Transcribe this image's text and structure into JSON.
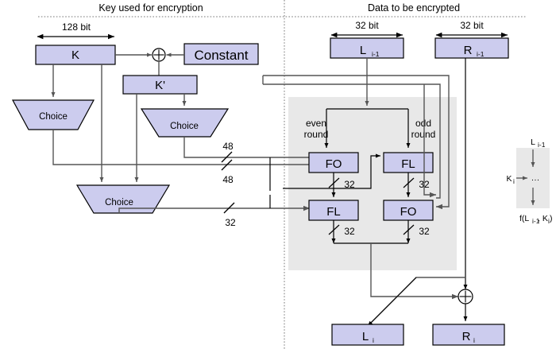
{
  "headers": {
    "left": "Key used for encryption",
    "right": "Data to be encrypted"
  },
  "colors": {
    "box_fill": "#ccccee",
    "box_stroke": "#000000",
    "panel_fill": "#e8e8e8",
    "wire": "#555555",
    "wire_dark": "#000000",
    "divider": "#777777",
    "background": "#ffffff"
  },
  "key_side": {
    "dimension_label": "128 bit",
    "boxes": [
      {
        "name": "K",
        "label": "K"
      },
      {
        "name": "constant",
        "label": "Constant"
      },
      {
        "name": "k-prime",
        "label": "K'"
      }
    ],
    "xor_symbol": "⊕",
    "choices": [
      {
        "name": "choice-left",
        "label": "Choice"
      },
      {
        "name": "choice-middle",
        "label": "Choice"
      },
      {
        "name": "choice-bottom",
        "label": "Choice"
      }
    ],
    "bus_labels": [
      {
        "name": "bus-48-upper",
        "value": "48"
      },
      {
        "name": "bus-48-lower",
        "value": "48"
      },
      {
        "name": "bus-32",
        "value": "32"
      }
    ]
  },
  "data_side": {
    "dimension_labels": [
      "32 bit",
      "32 bit"
    ],
    "input_boxes": [
      {
        "name": "L-prev",
        "label": "L",
        "sub": "i-1"
      },
      {
        "name": "R-prev",
        "label": "R",
        "sub": "i-1"
      }
    ],
    "output_boxes": [
      {
        "name": "L-out",
        "label": "L",
        "sub": "i"
      },
      {
        "name": "R-out",
        "label": "R",
        "sub": "i"
      }
    ],
    "round_labels": {
      "even_line1": "even",
      "even_line2": "round",
      "odd_line1": "odd",
      "odd_line2": "round"
    },
    "function_boxes": [
      {
        "name": "fo-even-top",
        "label": "FO"
      },
      {
        "name": "fl-odd-top",
        "label": "FL"
      },
      {
        "name": "fl-even-bottom",
        "label": "FL"
      },
      {
        "name": "fo-odd-bottom",
        "label": "FO"
      }
    ],
    "bus_labels": [
      {
        "name": "bus-32-fo-even",
        "value": "32"
      },
      {
        "name": "bus-32-fl-odd",
        "value": "32"
      },
      {
        "name": "bus-32-fl-even",
        "value": "32"
      },
      {
        "name": "bus-32-fo-odd",
        "value": "32"
      }
    ],
    "xor_symbol": "⊕"
  },
  "legend": {
    "input_label": "L",
    "input_sub": "i-1",
    "key_label": "K",
    "key_sub": "i",
    "ellipsis": "···",
    "output_prefix": "f(L",
    "output_sub1": "i-1",
    "output_mid": ", K",
    "output_sub2": "i",
    "output_suffix": ")"
  }
}
